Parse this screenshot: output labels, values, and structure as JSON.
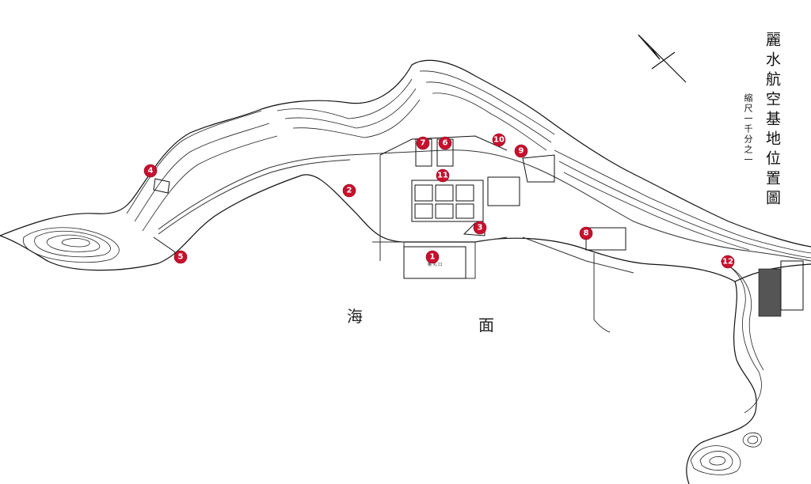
{
  "title": "麗水航空基地位置圖",
  "scale": "縮尺一千分之一",
  "sea_label": [
    "海",
    "面"
  ],
  "markers": [
    "1",
    "2",
    "3",
    "4",
    "5",
    "6",
    "7",
    "8",
    "9",
    "10",
    "11",
    "12"
  ],
  "building_label": "格 丸 口",
  "colors": {
    "marker": "#c8102e",
    "line": "#111111",
    "background": "#ffffff"
  }
}
